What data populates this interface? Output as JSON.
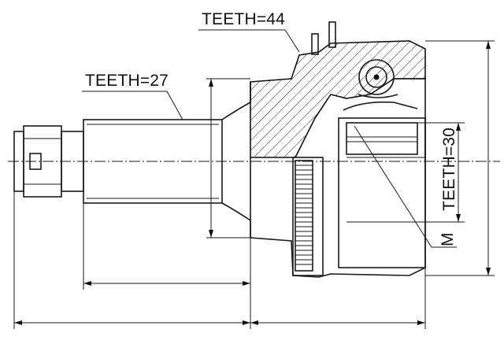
{
  "labels": {
    "teeth_outer": "TEETH=44",
    "teeth_shaft": "TEETH=27",
    "teeth_inner": "TEETH=30",
    "thread": "M"
  }
}
